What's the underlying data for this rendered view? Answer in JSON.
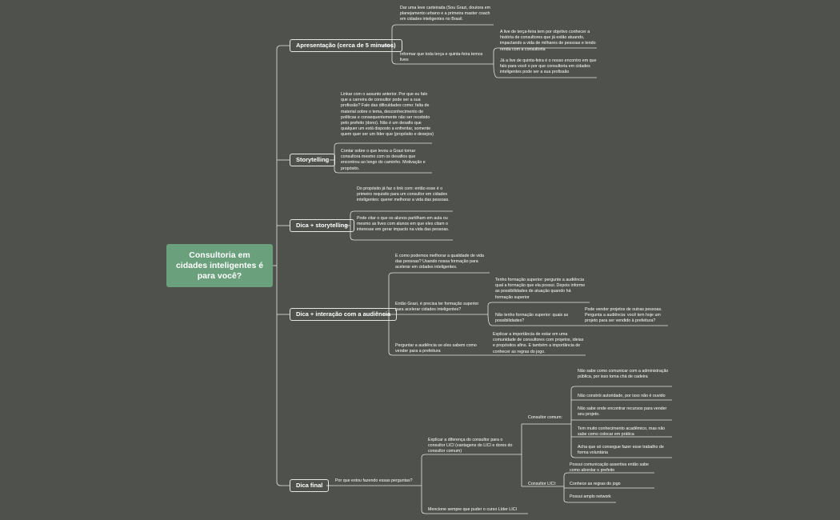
{
  "root": {
    "label": "Consultoria em cidades inteligentes é para você?"
  },
  "colors": {
    "background": "#4f514d",
    "root": "#6aa07c",
    "line": "#e6e6e6",
    "text": "#ffffff"
  },
  "branches": {
    "apresentacao": {
      "label": "Apresentação (cerca de 5 minutos)",
      "n1": "Dar uma leve carteirada (Sou Grazi, doutora em planejamento urbano e a primeira master coach em cidades inteligentes no Brasil.",
      "n2": "Informar que toda terça e quinta-feira temos lives",
      "n2a": "A live de terça-feira tem por objetivo conhecer a história de consultores que já estão atuando, impactando a vida de milhares de pessoas e tendo renda com a consultoria",
      "n2b": "Já a live de quinta-feira é o nosso encontro em que falo para você o por que consultoria em cidades inteligentes pode ser a sua profissão"
    },
    "storytelling": {
      "label": "Storytelling",
      "n1": "Linkar com o assunto anterior. Por que eu falo que a carreira de consultor pode ser a sua profissão? Fale das dificuldades como: falta de material sobre o tema, desconhecimento de políticas e consequentemente não ser recebido pelo prefeito (dono). Não é um desafio que qualquer um está disposto a enfrentar, somente quem quer ser um líder que (propósito e desejos)",
      "n2": "Contar sobre o que levou a Grazi tornar consultora mesmo com os desafios que encontrou ao longo do caminho. Motivação e propósito."
    },
    "dica_story": {
      "label": "Dica + storytelling",
      "n1": "Do propósito já faz o link com: então esse é o primeiro requisito para um consultor em cidades inteligentes: querer melhorar a vida das pessoas.",
      "n2": "Pode citar o que os alunos partilham em aula ou mesmo as lives com alunos em que eles citam o interesse em gerar impacto na vida das pessoas."
    },
    "dica_interacao": {
      "label": "Dica + interação com a audiência",
      "n1": "E como podemos melhorar a qualidade de vida das pessoas? Usando nossa formação para acelerar em cidades inteligentes.",
      "n2": "Então Grazi, é precisa ter formação superior para acelerar cidades inteligentes?",
      "n2a": "Tenho formação superior: pergunte a audiência qual a formação que ela possui. Depois informe as possibilidades de atuação quando há formação superior",
      "n2b": "Não tenho formação superior: quais as possibilidades?",
      "n2b1": "Pode vender projetos de outras pessoas. Pergunta a audiência: você tem hoje um projeto para ser vendido à prefeitura?",
      "n3": "Perguntar a audiência se eles sabem como vender para a prefeitura",
      "n3a": "Explicar a importância de estar em uma comunidade de consultores com projetos, ideias e propósitos afins. E também a importância de conhecer as regras do jogo."
    },
    "dica_final": {
      "label": "Dica final",
      "n1": "Por que estou fazendo essas perguntas?",
      "n1a": "Explicar a diferença do consultor para o consultor LICI (vantagens do LICI e dores do consultor comum)",
      "comum": "Consultor comum:",
      "comum_items": [
        "Não sabe como comunicar com a administração pública, por isso toma chá de cadeira",
        "Não constrói autoridade, por isso não é ouvido",
        "Não sabe onde encontrar recursos para vender seu projeto.",
        "Tem muito conhecimento acadêmico, mas não sabe como colocar em prática",
        "Acha que só consegue fazer esse trabalho de forma voluntária"
      ],
      "lici": "Consultor LICI:",
      "lici_items": [
        "Possui comunicação assertiva então sabe como abordar o prefeito",
        "Conhece as regras do jogo",
        "Possui amplo network"
      ],
      "n1b": "Mencione sempre que puder o curso Líder LICI"
    }
  }
}
